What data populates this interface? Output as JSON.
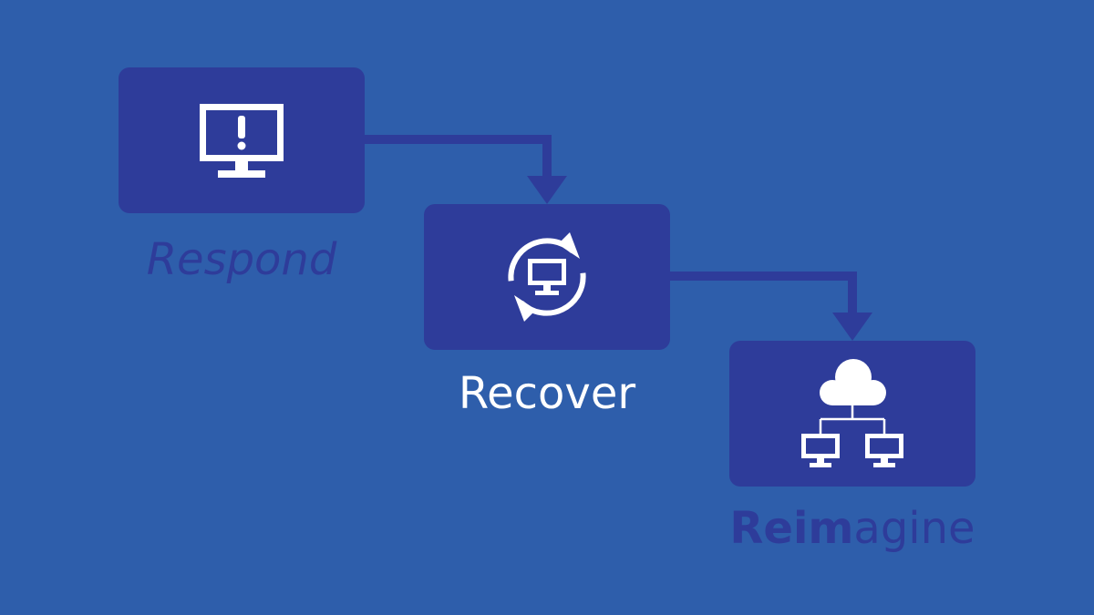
{
  "colors": {
    "background": "#2e5eab",
    "box": "#2e3c9a",
    "arrow": "#2e3c9a",
    "icon": "#ffffff",
    "active_label": "#ffffff",
    "inactive_label": "#2e3c9a"
  },
  "steps": [
    {
      "label": "Respond",
      "icon": "monitor-alert-icon"
    },
    {
      "label": "Recover",
      "icon": "monitor-refresh-icon"
    },
    {
      "label_bold": "Reim",
      "label_light": "agine",
      "icon": "cloud-network-icon"
    }
  ]
}
